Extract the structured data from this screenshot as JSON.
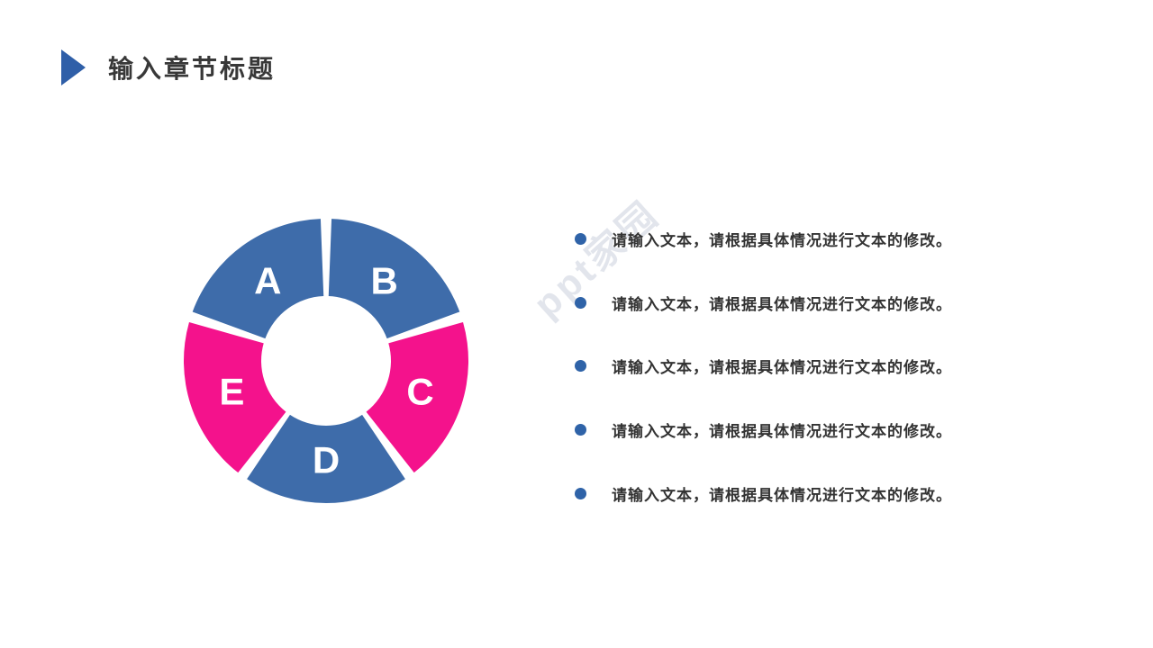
{
  "slide": {
    "title": "输入章节标题",
    "watermark": "ppt家园",
    "title_marker_color": "#2f5fa8",
    "background_color": "#ffffff"
  },
  "chart_data": {
    "type": "pie",
    "subtype": "donut",
    "title": "",
    "categories": [
      "A",
      "B",
      "C",
      "D",
      "E"
    ],
    "values": [
      20,
      20,
      20,
      20,
      20
    ],
    "order_clockwise_from_top": [
      "B",
      "C",
      "D",
      "E",
      "A"
    ],
    "colors": {
      "A": "#3e6caa",
      "B": "#3e6caa",
      "C": "#f4128c",
      "D": "#3e6caa",
      "E": "#f4128c"
    },
    "label_color": "#ffffff",
    "legend": "none",
    "hole": true
  },
  "bullets": {
    "dot_color": "#2f63a8",
    "items": [
      {
        "text": "请输入文本，请根据具体情况进行文本的修改。"
      },
      {
        "text": "请输入文本，请根据具体情况进行文本的修改。"
      },
      {
        "text": "请输入文本，请根据具体情况进行文本的修改。"
      },
      {
        "text": "请输入文本，请根据具体情况进行文本的修改。"
      },
      {
        "text": "请输入文本，请根据具体情况进行文本的修改。"
      }
    ]
  }
}
